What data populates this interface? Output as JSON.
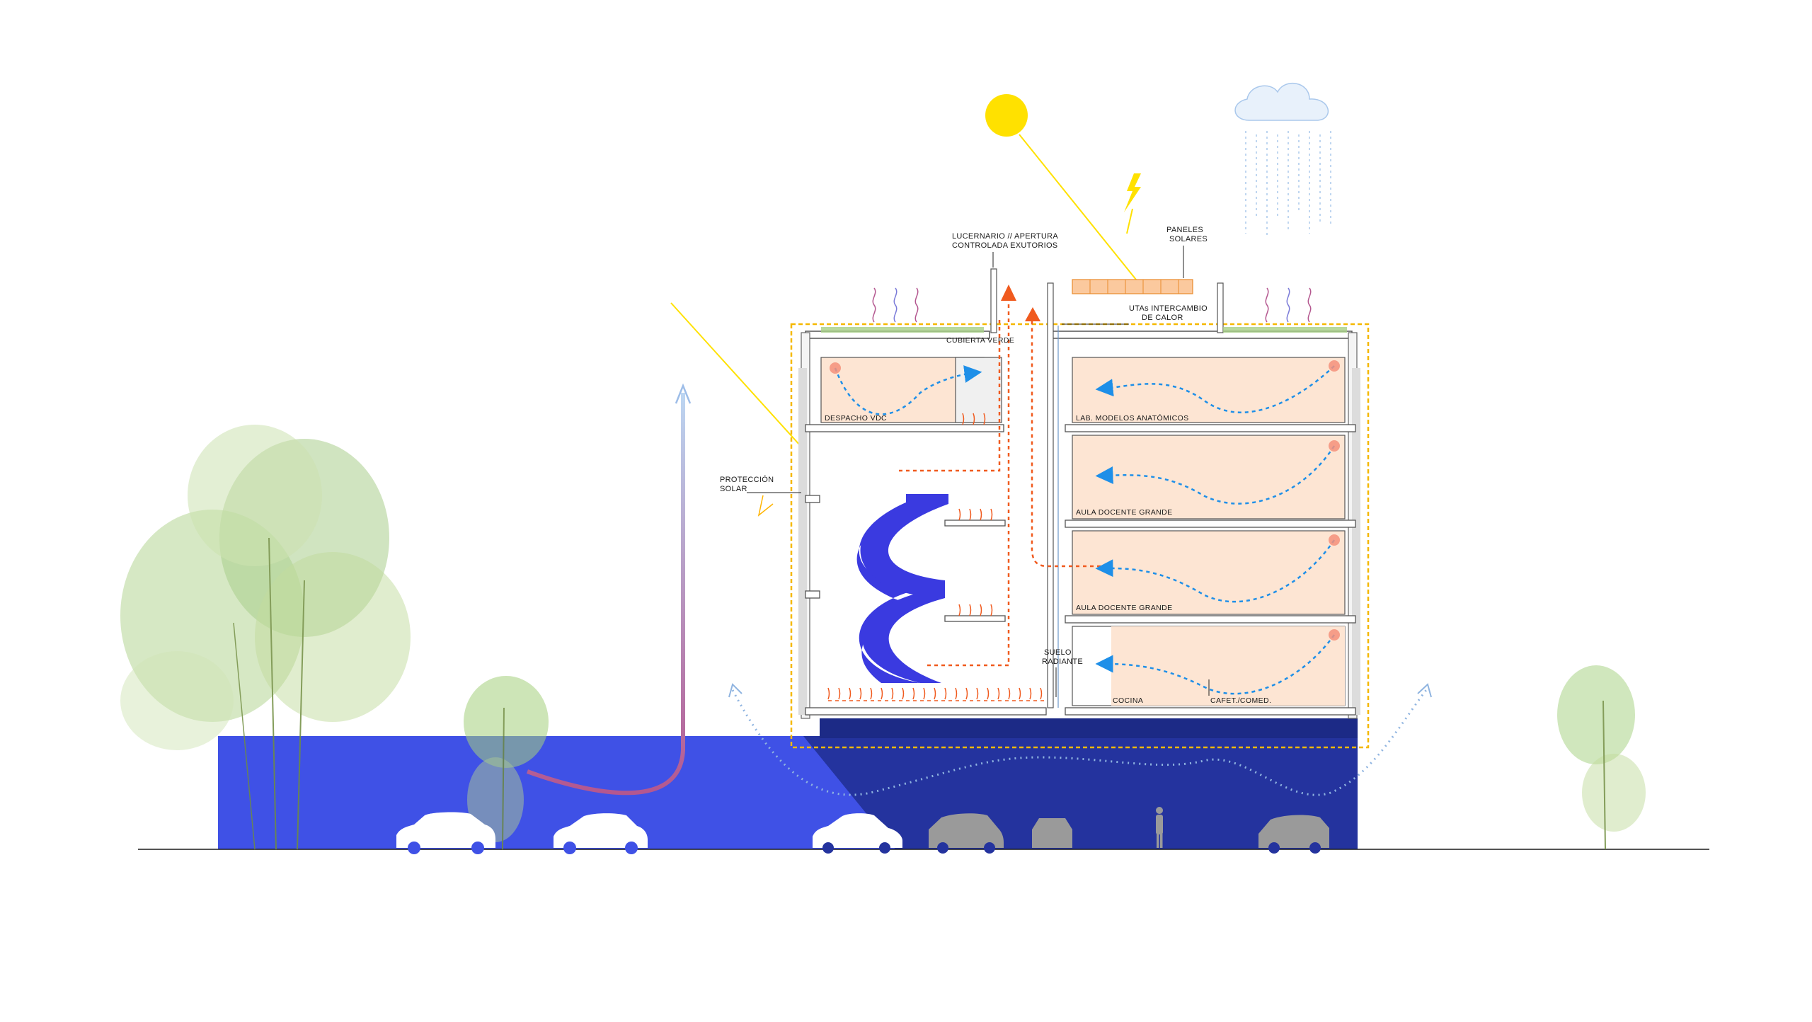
{
  "labels": {
    "skylight_line1": "LUCERNARIO // APERTURA",
    "skylight_line2": "CONTROLADA EXUTORIOS",
    "solar_panels_line1": "PANELES",
    "solar_panels_line2": "SOLARES",
    "utas_line1": "UTAs INTERCAMBIO",
    "utas_line2": "DE CALOR",
    "green_roof": "CUBIERTA VERDE",
    "solar_protection_line1": "PROTECCIÓN",
    "solar_protection_line2": "SOLAR",
    "radiant_floor_line1": "SUELO",
    "radiant_floor_line2": "RADIANTE"
  },
  "rooms": {
    "despacho": "DESPACHO VDC",
    "lab": "LAB. MODELOS ANATÓMICOS",
    "aula1": "AULA DOCENTE GRANDE",
    "aula2": "AULA DOCENTE GRANDE",
    "cocina": "COCINA",
    "cafeteria": "CAFET./COMED."
  },
  "colors": {
    "ground_blue": "#3f51e6",
    "basement_navy": "#24339e",
    "heat_orange": "#f05a1e",
    "air_blue": "#1e8fe8",
    "room_fill": "#fde5d3",
    "sun": "#ffe100",
    "envelope_yellow": "#f5b800"
  },
  "icons": [
    "sun-icon",
    "cloud-icon",
    "rain-icon",
    "lightning-icon",
    "car-icon",
    "person-icon",
    "tree-icon"
  ]
}
